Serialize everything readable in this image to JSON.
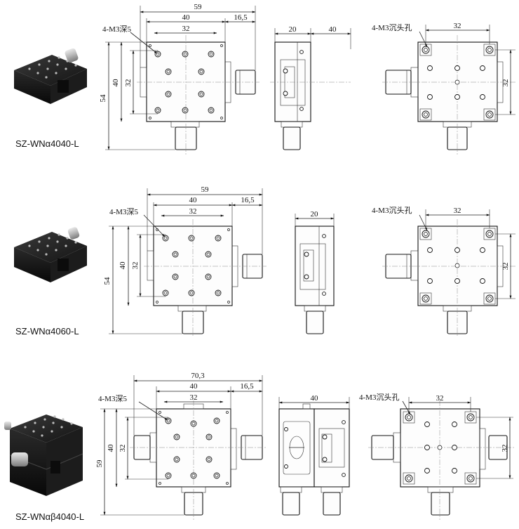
{
  "rows": [
    {
      "model": "SZ-WNα4040-L",
      "dims": {
        "top_width": "59",
        "body_width": "40",
        "hole_span": "32",
        "knob_offset": "16,5",
        "height_outer": "54",
        "height_body": "40",
        "height_holes": "32",
        "side_width": "20",
        "side_offset": "40",
        "bottom_span": "32",
        "bottom_height": "32"
      },
      "callouts": {
        "top_holes": "4-M3深5",
        "bottom_holes": "4-M3沉头孔"
      }
    },
    {
      "model": "SZ-WNα4060-L",
      "dims": {
        "top_width": "59",
        "body_width": "40",
        "hole_span": "32",
        "knob_offset": "16,5",
        "height_outer": "54",
        "height_body": "40",
        "height_holes": "32",
        "side_width": "20",
        "bottom_span": "32",
        "bottom_height": "32"
      },
      "callouts": {
        "top_holes": "4-M3深5",
        "bottom_holes": "4-M3沉头孔"
      }
    },
    {
      "model": "SZ-WNαβ4040-L",
      "dims": {
        "top_width": "70,3",
        "body_width": "40",
        "hole_span": "32",
        "knob_offset": "16,5",
        "height_outer": "59",
        "height_body": "40",
        "height_holes": "32",
        "side_width": "40",
        "bottom_span": "32",
        "bottom_height": "32"
      },
      "callouts": {
        "top_holes": "4-M3深5",
        "bottom_holes": "4-M3沉头孔"
      }
    }
  ]
}
